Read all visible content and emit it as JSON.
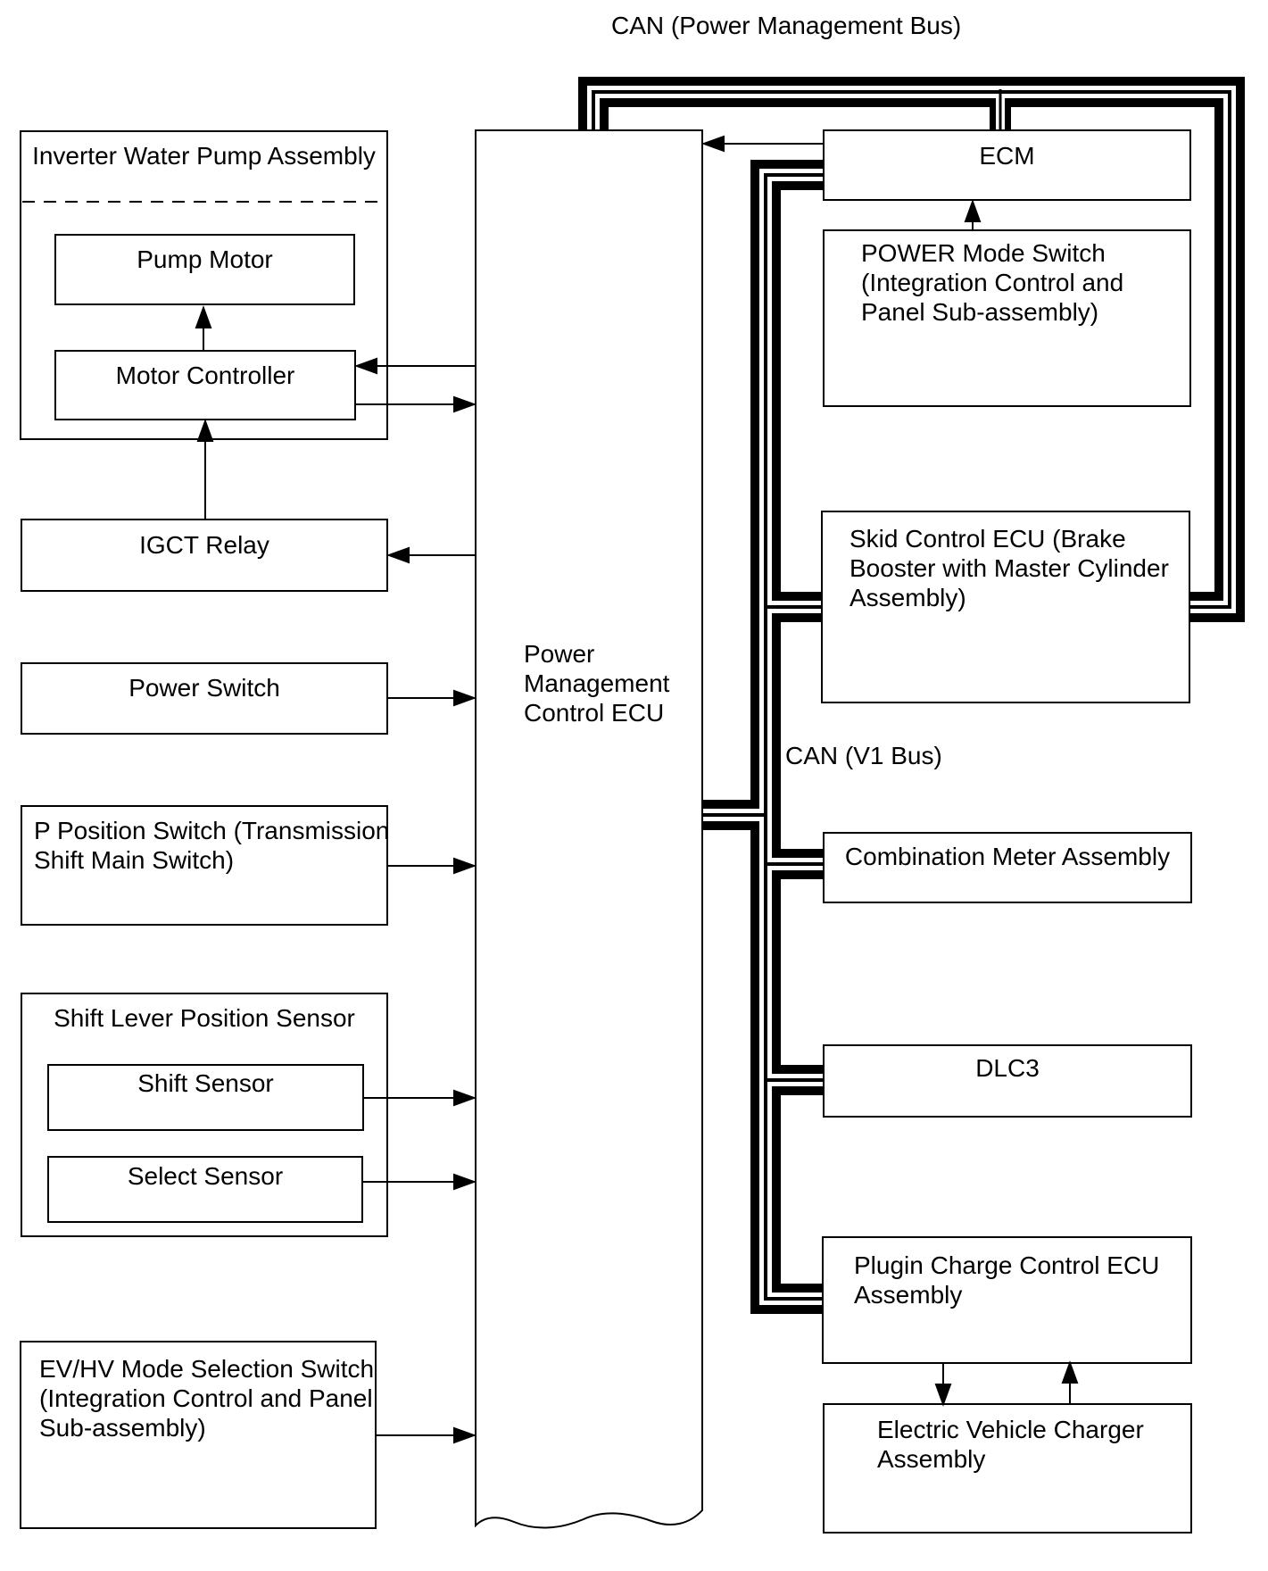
{
  "colors": {
    "line": "#000000",
    "background": "#ffffff"
  },
  "bus": {
    "pm_label": "CAN (Power Management Bus)",
    "v1_label": "CAN (V1 Bus)"
  },
  "left": {
    "inverter": {
      "title": "Inverter Water Pump Assembly",
      "pump_motor": "Pump Motor",
      "motor_controller": "Motor Controller"
    },
    "igct_relay": "IGCT Relay",
    "power_switch": "Power Switch",
    "p_position_switch": "P Position Switch (Transmission\nShift Main Switch)",
    "shift_lever": {
      "title": "Shift Lever Position Sensor",
      "shift_sensor": "Shift Sensor",
      "select_sensor": "Select Sensor"
    },
    "ev_hv_switch": "EV/HV Mode Selection Switch\n(Integration Control and Panel\nSub-assembly)"
  },
  "center": {
    "pmc_ecu": "Power\nManagement\nControl ECU"
  },
  "right": {
    "ecm": "ECM",
    "power_mode_switch": "POWER Mode Switch\n(Integration Control and\nPanel Sub-assembly)",
    "skid_control": "Skid Control ECU (Brake\nBooster with Master Cylinder\nAssembly)",
    "combination_meter": "Combination Meter Assembly",
    "dlc3": "DLC3",
    "plugin_charge": "Plugin Charge Control ECU\nAssembly",
    "ev_charger": "Electric Vehicle Charger\nAssembly"
  }
}
